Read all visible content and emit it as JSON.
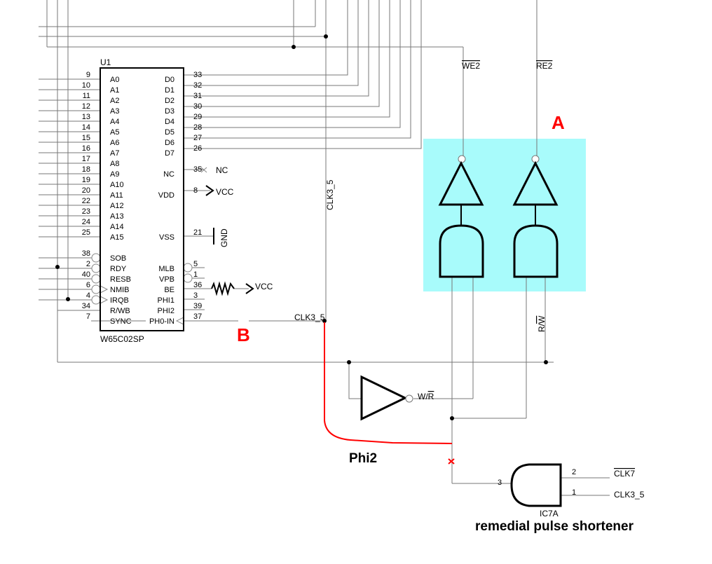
{
  "chip": {
    "ref": "U1",
    "part": "W65C02SP",
    "left_pins": [
      {
        "num": "9",
        "name": "A0"
      },
      {
        "num": "10",
        "name": "A1"
      },
      {
        "num": "11",
        "name": "A2"
      },
      {
        "num": "12",
        "name": "A3"
      },
      {
        "num": "13",
        "name": "A4"
      },
      {
        "num": "14",
        "name": "A5"
      },
      {
        "num": "15",
        "name": "A6"
      },
      {
        "num": "16",
        "name": "A7"
      },
      {
        "num": "17",
        "name": "A8"
      },
      {
        "num": "18",
        "name": "A9"
      },
      {
        "num": "19",
        "name": "A10"
      },
      {
        "num": "20",
        "name": "A11"
      },
      {
        "num": "22",
        "name": "A12"
      },
      {
        "num": "23",
        "name": "A13"
      },
      {
        "num": "24",
        "name": "A14"
      },
      {
        "num": "25",
        "name": "A15"
      },
      {
        "num": "",
        "name": ""
      },
      {
        "num": "38",
        "name": "SOB"
      },
      {
        "num": "2",
        "name": "RDY"
      },
      {
        "num": "40",
        "name": "RESB"
      },
      {
        "num": "6",
        "name": "NMIB"
      },
      {
        "num": "4",
        "name": "IRQB"
      },
      {
        "num": "34",
        "name": "R/WB"
      },
      {
        "num": "7",
        "name": "SYNC"
      }
    ],
    "right_pins": [
      {
        "num": "33",
        "name": "D0"
      },
      {
        "num": "32",
        "name": "D1"
      },
      {
        "num": "31",
        "name": "D2"
      },
      {
        "num": "30",
        "name": "D3"
      },
      {
        "num": "29",
        "name": "D4"
      },
      {
        "num": "28",
        "name": "D5"
      },
      {
        "num": "27",
        "name": "D6"
      },
      {
        "num": "26",
        "name": "D7"
      },
      {
        "num": "",
        "name": ""
      },
      {
        "num": "35",
        "name": "NC"
      },
      {
        "num": "",
        "name": ""
      },
      {
        "num": "8",
        "name": "VDD"
      },
      {
        "num": "",
        "name": ""
      },
      {
        "num": "",
        "name": ""
      },
      {
        "num": "",
        "name": ""
      },
      {
        "num": "21",
        "name": "VSS"
      },
      {
        "num": "",
        "name": ""
      },
      {
        "num": "",
        "name": ""
      },
      {
        "num": "5",
        "name": "MLB"
      },
      {
        "num": "1",
        "name": "VPB"
      },
      {
        "num": "36",
        "name": "BE"
      },
      {
        "num": "3",
        "name": "PHI1"
      },
      {
        "num": "39",
        "name": "PHI2"
      },
      {
        "num": "37",
        "name": "PH0-IN"
      }
    ]
  },
  "nets": {
    "nc": "NC",
    "vcc1": "VCC",
    "gnd": "GND",
    "vcc2": "VCC",
    "clk_vertical": "CLK3_5",
    "clk_ph0": "CLK3_5",
    "we2": "WE2",
    "re2": "RE2",
    "rw_r": "R/",
    "rw_w": "W",
    "wr_w": "W/",
    "wr_r": "R",
    "clk7": "CLK7",
    "clk3_5": "CLK3_5"
  },
  "gate": {
    "ref": "IC7A",
    "pin_in": "3",
    "pin_a": "2",
    "pin_b": "1"
  },
  "annotations": {
    "a": "A",
    "b": "B",
    "phi2": "Phi2",
    "caption": "remedial pulse shortener"
  },
  "colors": {
    "highlight": "#a8fbfb",
    "annotation": "#ff0000"
  }
}
